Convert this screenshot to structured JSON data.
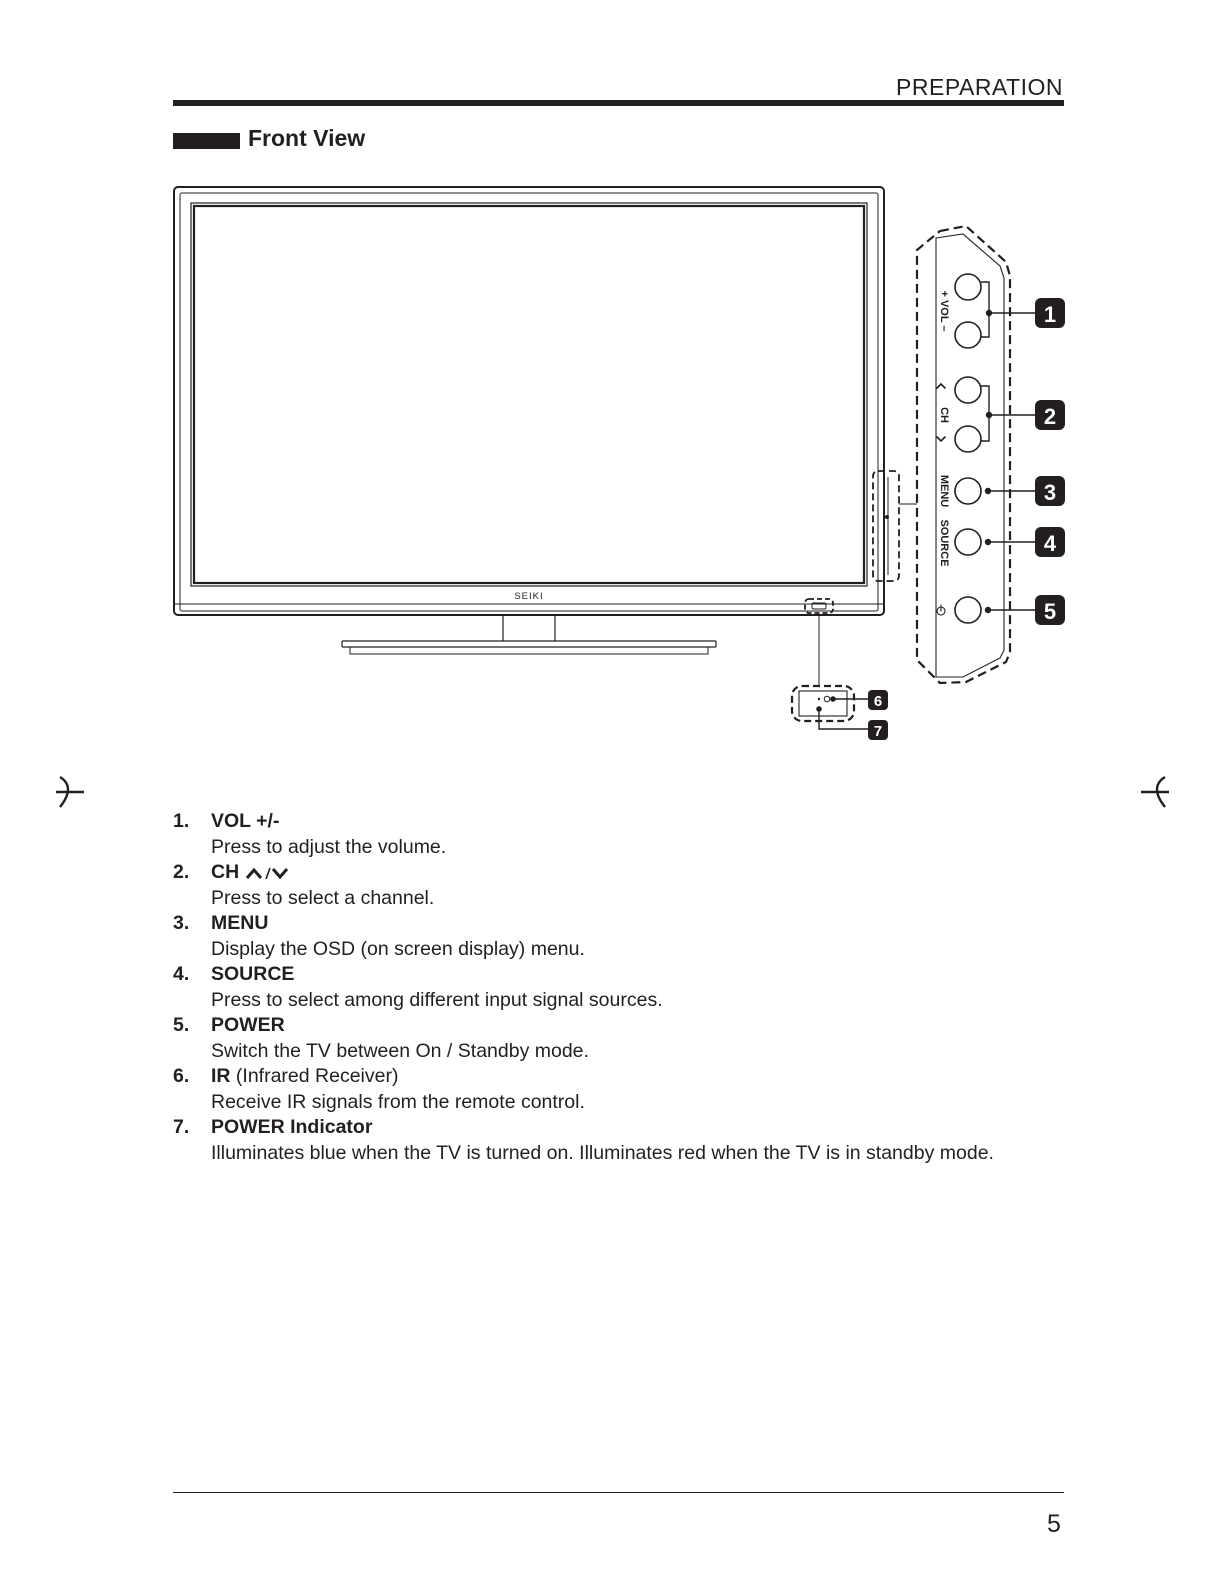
{
  "header": {
    "section": "PREPARATION"
  },
  "heading": "Front View",
  "diagram": {
    "brand": "SEIKI",
    "side_labels": {
      "vol": "+ VOL –",
      "ch": "CH",
      "menu": "MENU",
      "source": "SOURCE"
    },
    "callouts": [
      "1",
      "2",
      "3",
      "4",
      "5",
      "6",
      "7"
    ]
  },
  "items": [
    {
      "num": "1.",
      "title": "VOL +/-",
      "desc": "Press to adjust the volume."
    },
    {
      "num": "2.",
      "title": "CH",
      "desc": "Press to select a channel."
    },
    {
      "num": "3.",
      "title": "MENU",
      "desc": "Display the OSD (on screen display) menu."
    },
    {
      "num": "4.",
      "title": "SOURCE",
      "desc": "Press to select among different input signal sources."
    },
    {
      "num": "5.",
      "title": "POWER",
      "desc": "Switch the TV between On / Standby mode."
    },
    {
      "num": "6.",
      "title": "IR",
      "title_rest": " (Infrared Receiver)",
      "desc": "Receive IR signals from the remote control."
    },
    {
      "num": "7.",
      "title": "POWER Indicator",
      "desc": "Illuminates blue when the TV is turned on. Illuminates red when the TV is in standby mode."
    }
  ],
  "footer": {
    "page_number": "5"
  }
}
